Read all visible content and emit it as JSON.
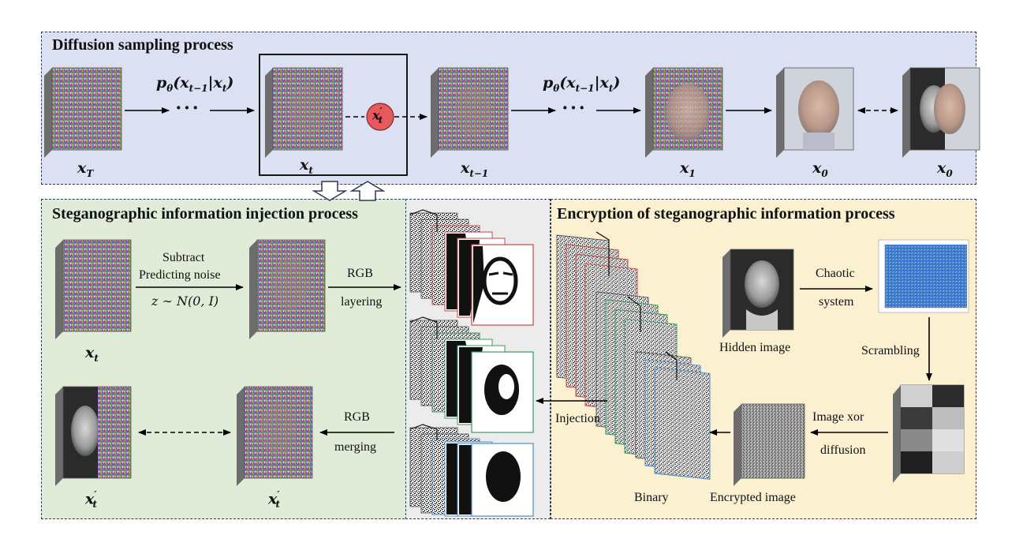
{
  "panels": {
    "diffusion": {
      "title": "Diffusion sampling process",
      "bg": "#dbe1f2"
    },
    "injection": {
      "title": "Steganographic information injection process",
      "bg": "#e1ecd8"
    },
    "encryption": {
      "title": "Encryption of steganographic information process",
      "bg": "#fbf0cf"
    }
  },
  "diffusion_labels": {
    "xT": "x",
    "xT_sub": "T",
    "xt": "x",
    "xt_sub": "t",
    "xt1": "x",
    "xt1_sub": "t−1",
    "x1": "x",
    "x1_sub": "1",
    "x0a": "x",
    "x0a_sub": "0",
    "x0b": "x",
    "x0b_sub": "0",
    "xprime": "x",
    "xprime_sub": "t",
    "xprime_sup": "′",
    "p_left": "p",
    "p_left_sub": "θ",
    "p_left_rest": "(x",
    "p_left_rest_sub": "t−1",
    "p_left_end": "|x",
    "p_left_end_sub": "t",
    "p_left_close": ")",
    "p_right": "p",
    "p_right_sub": "θ",
    "p_right_rest": "(x",
    "p_right_rest_sub": "t−1",
    "p_right_end": "|x",
    "p_right_end_sub": "t",
    "p_right_close": ")",
    "dots": "···"
  },
  "injection_labels": {
    "subtract": "Subtract",
    "predicting_noise": "Predicting noise",
    "z_dist": "z ∼ N(0, I)",
    "rgb_layering_1": "RGB",
    "rgb_layering_2": "layering",
    "rgb_merging_1": "RGB",
    "rgb_merging_2": "merging",
    "xt": "x",
    "xt_sub": "t",
    "xpt_a": "x",
    "xpt_a_sub": "t",
    "xpt_a_sup": "′",
    "xpt_b": "x",
    "xpt_b_sub": "t",
    "xpt_b_sup": "′"
  },
  "encryption_labels": {
    "chaotic_1": "Chaotic",
    "chaotic_2": "system",
    "hidden_image": "Hidden image",
    "scrambling": "Scrambling",
    "image_xor": "Image xor",
    "diffusion": "diffusion",
    "encrypted_image": "Encrypted image",
    "binary": "Binary",
    "injection": "Injection"
  },
  "colors": {
    "red_layer": "#c9464a",
    "green_layer": "#3f9a64",
    "blue_layer": "#4e8bc5",
    "node_fill": "#e8595e",
    "arrow": "#000000",
    "panel_border": "#2d3a55"
  }
}
